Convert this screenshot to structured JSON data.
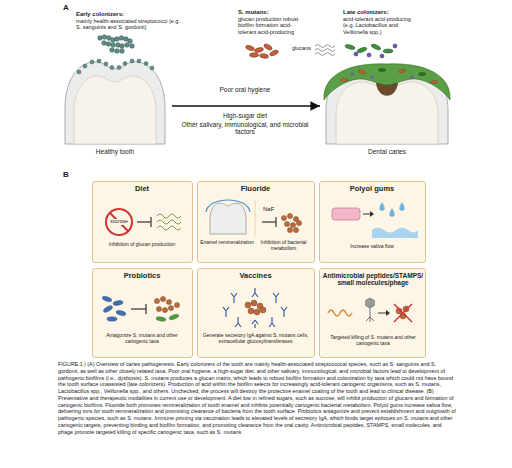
{
  "diagram": {
    "caption": "FIGURE 1 | (A) Overview of caries pathogenesis. Early colonizers of the tooth are mainly health-associated streptococcal species, such as S. sanguinis and S. gordonii, as well as other closely related taxa. Poor oral hygiene, a high-sugar diet, and other salivary, immunological, and microbial factors lead to development of pathogenic biofilms (i.e., dysbiosis). S. mutans produces a glucan matrix, which leads to robust biofilm formation and colonization by taxa which could not have bound the tooth surface unassisted (late colonizers). Production of acid within the biofilm selects for increasingly acid-tolerant cariogenic organisms, such as S. mutans, Lactobacillus spp., Veillonella spp., and others. Unchecked, the process will destroy the protective enamel coating of the tooth and lead to clinical disease. (B) Preventative and therapeutic modalities in current use or development. A diet low in refined sugars, such as sucrose, will inhibit production of glucans and formation of cariogenic biofilms. Fluoride both promotes remineralization of tooth enamel and inhibits potentially cariogenic bacterial metabolism. Polyol gums increase saliva flow, delivering ions for tooth remineralization and promoting clearance of bacteria from the tooth surface. Probiotics antagonize and prevent establishment and outgrowth of pathogenic species, such as S. mutans. Immune priming via vaccination leads to elevated levels of secretory IgA, which binds target epitopes on S. mutans and other cariogenic targets, preventing binding and biofilm formation, and promoting clearance from the oral cavity. Antimicrobial peptides, STAMPS, small molecules, and phage promote targeted killing of specific cariogenic taxa, such as S. mutans.",
    "nodes": [
      {
        "text": [
          "Healthy tooth"
        ]
      },
      {
        "text": [
          "Dental caries"
        ]
      },
      {
        "text": [
          "Diet",
          "sucrose",
          "Inhibition of glucan production"
        ]
      },
      {
        "text": [
          "Fluoride",
          "NaF",
          "Enamel remineralization",
          "Inhibition of bacterial metabolism"
        ]
      },
      {
        "text": [
          "Polyol gums",
          "Increase saliva flow"
        ]
      },
      {
        "text": [
          "Probiotics",
          "Antagonize S. mutans and other cariogenic taxa"
        ]
      },
      {
        "text": [
          "Vaccines",
          "Generate secretory IgA against S. mutans cells, extracellular glucosyltransferases"
        ]
      },
      {
        "text": [
          "Antimicrobial peptides/STAMPS/ small molecules/phage",
          "Targeted killing of S. mutans and other cariogenic taxa"
        ]
      }
    ],
    "edges": [
      {
        "from": 0,
        "to": 1,
        "arrow": "to"
      }
    ],
    "labels": [
      "A",
      "Early colonizers:",
      "mainly health-associated streptococci (e.g. S. sanguinis and S. gordonii)",
      "S. mutans:",
      "glucan production robust biofilm formation acid-tolerant acid-producing",
      "Late colonizers:",
      "acid-tolerant acid-producing (e.g. Lactobacillus and Veillonella spp.)",
      "glucans",
      "Poor oral hygiene",
      "High-sugar diet",
      "Other salivary, immunological, and microbial factors",
      "B"
    ]
  }
}
